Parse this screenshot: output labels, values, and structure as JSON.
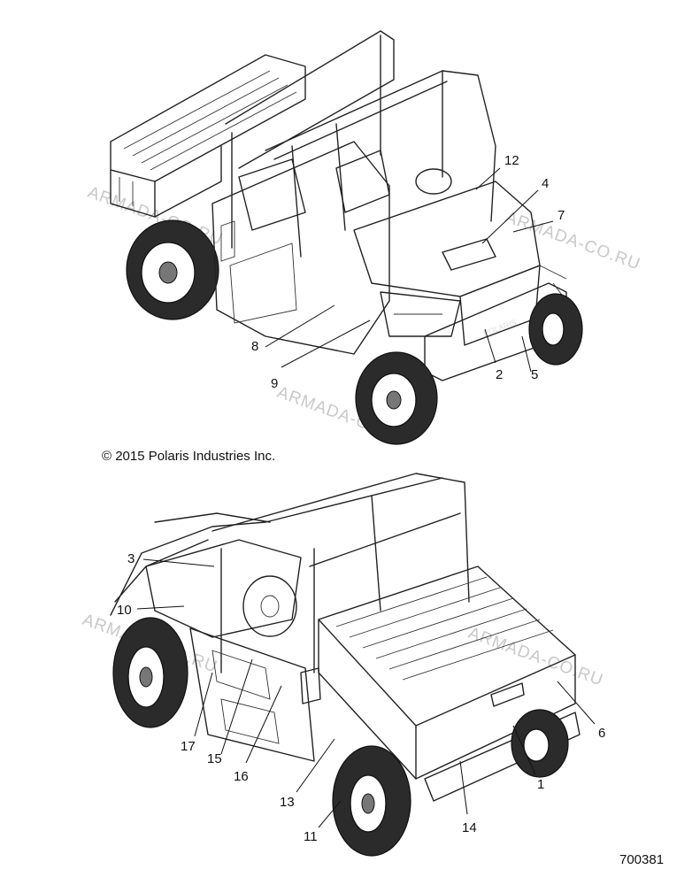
{
  "copyright": "© 2015 Polaris Industries Inc.",
  "figure_number": "700381",
  "watermark": "ARMADA-CO.RU",
  "grille_badge": "POLARIS",
  "callouts": [
    {
      "id": "c1",
      "label": "1"
    },
    {
      "id": "c2",
      "label": "2"
    },
    {
      "id": "c3",
      "label": "3"
    },
    {
      "id": "c4",
      "label": "4"
    },
    {
      "id": "c5",
      "label": "5"
    },
    {
      "id": "c6",
      "label": "6"
    },
    {
      "id": "c7",
      "label": "7"
    },
    {
      "id": "c8",
      "label": "8"
    },
    {
      "id": "c9",
      "label": "9"
    },
    {
      "id": "c10",
      "label": "10"
    },
    {
      "id": "c11",
      "label": "11"
    },
    {
      "id": "c12",
      "label": "12"
    },
    {
      "id": "c13",
      "label": "13"
    },
    {
      "id": "c14",
      "label": "14"
    },
    {
      "id": "c15",
      "label": "15"
    },
    {
      "id": "c16",
      "label": "16"
    },
    {
      "id": "c17",
      "label": "17"
    }
  ]
}
